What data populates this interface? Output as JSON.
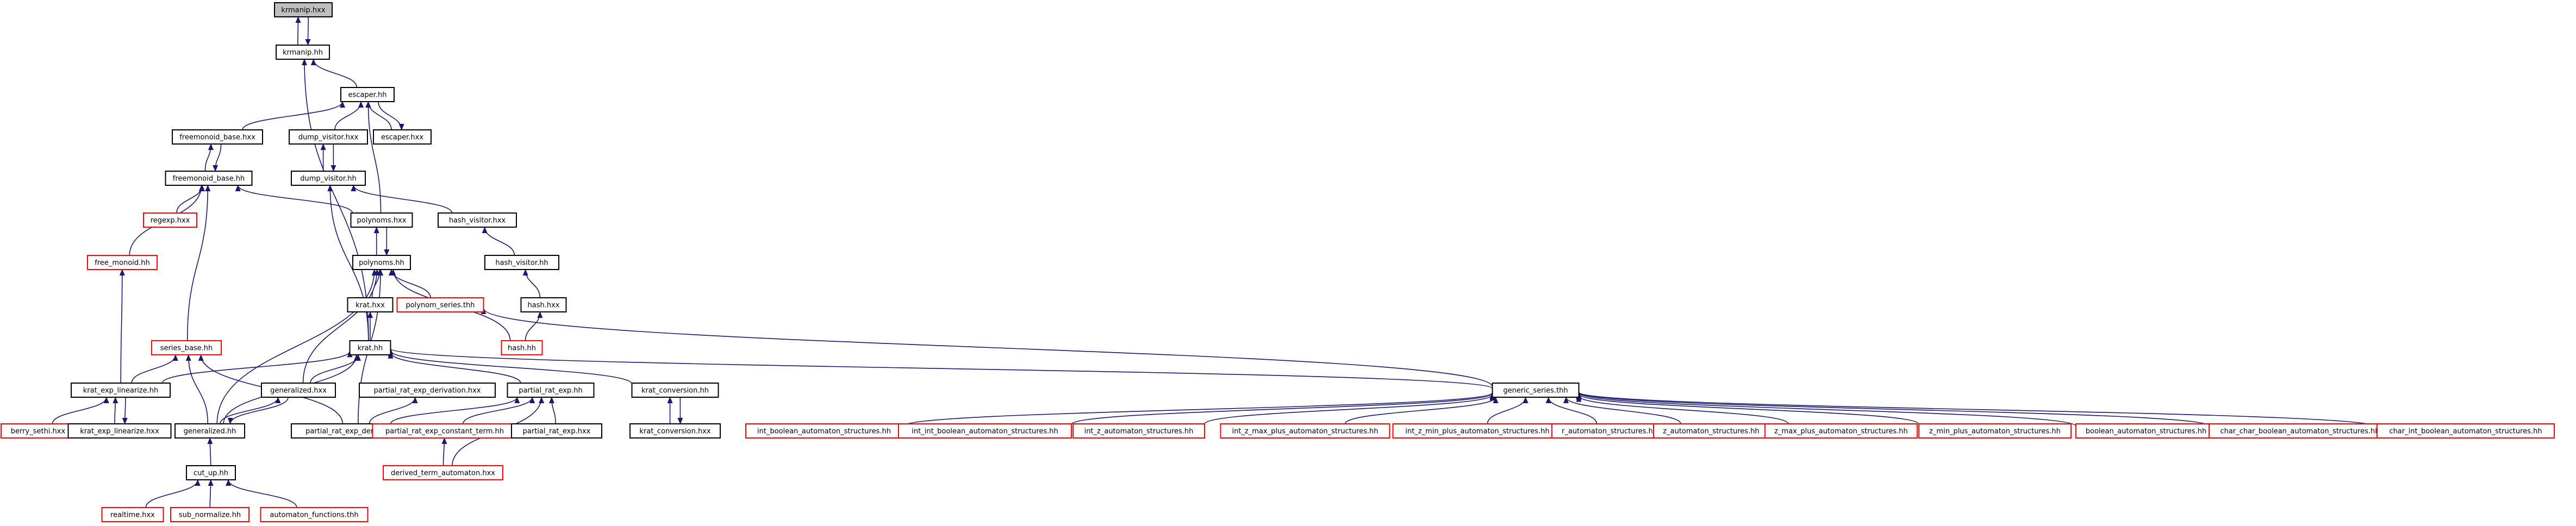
{
  "colors": {
    "edge": "#191970",
    "node_border": "#000000",
    "node_border_missing": "#ff0000",
    "focus_fill": "#bfbfbf"
  },
  "nodes": [
    {
      "id": "kmanip_hxx",
      "label": "krmanip.hxx",
      "focus": true,
      "red": false
    },
    {
      "id": "kmanip_hh",
      "label": "krmanip.hh",
      "focus": false,
      "red": false
    },
    {
      "id": "escaper_hh",
      "label": "escaper.hh",
      "focus": false,
      "red": false
    },
    {
      "id": "freemonoid_base_hxx",
      "label": "freemonoid_base.hxx",
      "focus": false,
      "red": false
    },
    {
      "id": "dump_visitor_hxx",
      "label": "dump_visitor.hxx",
      "focus": false,
      "red": false
    },
    {
      "id": "escaper_hxx",
      "label": "escaper.hxx",
      "focus": false,
      "red": false
    },
    {
      "id": "freemonoid_base_hh",
      "label": "freemonoid_base.hh",
      "focus": false,
      "red": false
    },
    {
      "id": "dump_visitor_hh",
      "label": "dump_visitor.hh",
      "focus": false,
      "red": false
    },
    {
      "id": "regexp_hxx",
      "label": "regexp.hxx",
      "focus": false,
      "red": true
    },
    {
      "id": "polynoms_hxx",
      "label": "polynoms.hxx",
      "focus": false,
      "red": false
    },
    {
      "id": "hash_visitor_hxx",
      "label": "hash_visitor.hxx",
      "focus": false,
      "red": false
    },
    {
      "id": "free_monoid_hh",
      "label": "free_monoid.hh",
      "focus": false,
      "red": true
    },
    {
      "id": "polynoms_hh",
      "label": "polynoms.hh",
      "focus": false,
      "red": false
    },
    {
      "id": "hash_visitor_hh",
      "label": "hash_visitor.hh",
      "focus": false,
      "red": false
    },
    {
      "id": "krat_hxx",
      "label": "krat.hxx",
      "focus": false,
      "red": false
    },
    {
      "id": "polynom_series_thh",
      "label": "polynom_series.thh",
      "focus": false,
      "red": true
    },
    {
      "id": "hash_hxx",
      "label": "hash.hxx",
      "focus": false,
      "red": false
    },
    {
      "id": "series_base_hh",
      "label": "series_base.hh",
      "focus": false,
      "red": true
    },
    {
      "id": "krat_hh",
      "label": "krat.hh",
      "focus": false,
      "red": false
    },
    {
      "id": "hash_hh",
      "label": "hash.hh",
      "focus": false,
      "red": true
    },
    {
      "id": "krat_exp_linearize_hh",
      "label": "krat_exp_linearize.hh",
      "focus": false,
      "red": false
    },
    {
      "id": "generalized_hxx",
      "label": "generalized.hxx",
      "focus": false,
      "red": false
    },
    {
      "id": "partial_rat_exp_derivation_hxx",
      "label": "partial_rat_exp_derivation.hxx",
      "focus": false,
      "red": false
    },
    {
      "id": "partial_rat_exp_hh",
      "label": "partial_rat_exp.hh",
      "focus": false,
      "red": false
    },
    {
      "id": "krat_conversion_hh",
      "label": "krat_conversion.hh",
      "focus": false,
      "red": false
    },
    {
      "id": "generic_series_thh",
      "label": "generic_series.thh",
      "focus": false,
      "red": false
    },
    {
      "id": "berry_sethi_hxx",
      "label": "berry_sethi.hxx",
      "focus": false,
      "red": true
    },
    {
      "id": "krat_exp_linearize_hxx",
      "label": "krat_exp_linearize.hxx",
      "focus": false,
      "red": false
    },
    {
      "id": "generalized_hh",
      "label": "generalized.hh",
      "focus": false,
      "red": false
    },
    {
      "id": "partial_rat_exp_derivation_hh",
      "label": "partial_rat_exp_derivation.hh",
      "focus": false,
      "red": false
    },
    {
      "id": "partial_rat_exp_constant_term_hh",
      "label": "partial_rat_exp_constant_term.hh",
      "focus": false,
      "red": true
    },
    {
      "id": "partial_rat_exp_hxx",
      "label": "partial_rat_exp.hxx",
      "focus": false,
      "red": false
    },
    {
      "id": "krat_conversion_hxx",
      "label": "krat_conversion.hxx",
      "focus": false,
      "red": false
    },
    {
      "id": "int_boolean_automaton_structures_hh",
      "label": "int_boolean_automaton_structures.hh",
      "focus": false,
      "red": true
    },
    {
      "id": "int_int_boolean_automaton_structures_hh",
      "label": "int_int_boolean_automaton_structures.hh",
      "focus": false,
      "red": true
    },
    {
      "id": "int_z_automaton_structures_hh",
      "label": "int_z_automaton_structures.hh",
      "focus": false,
      "red": true
    },
    {
      "id": "int_z_max_plus_automaton_structures_hh",
      "label": "int_z_max_plus_automaton_structures.hh",
      "focus": false,
      "red": true
    },
    {
      "id": "int_z_min_plus_automaton_structures_hh",
      "label": "int_z_min_plus_automaton_structures.hh",
      "focus": false,
      "red": true
    },
    {
      "id": "r_automaton_structures_hh",
      "label": "r_automaton_structures.hh",
      "focus": false,
      "red": true
    },
    {
      "id": "z_automaton_structures_hh",
      "label": "z_automaton_structures.hh",
      "focus": false,
      "red": true
    },
    {
      "id": "z_max_plus_automaton_structures_hh",
      "label": "z_max_plus_automaton_structures.hh",
      "focus": false,
      "red": true
    },
    {
      "id": "z_min_plus_automaton_structures_hh",
      "label": "z_min_plus_automaton_structures.hh",
      "focus": false,
      "red": true
    },
    {
      "id": "boolean_automaton_structures_hh",
      "label": "boolean_automaton_structures.hh",
      "focus": false,
      "red": true
    },
    {
      "id": "char_char_boolean_automaton_structures_hh",
      "label": "char_char_boolean_automaton_structures.hh",
      "focus": false,
      "red": true
    },
    {
      "id": "char_int_boolean_automaton_structures_hh",
      "label": "char_int_boolean_automaton_structures.hh",
      "focus": false,
      "red": true
    },
    {
      "id": "derived_term_automaton_hxx",
      "label": "derived_term_automaton.hxx",
      "focus": false,
      "red": true
    },
    {
      "id": "cut_up_hh",
      "label": "cut_up.hh",
      "focus": false,
      "red": false
    },
    {
      "id": "realtime_hxx",
      "label": "realtime.hxx",
      "focus": false,
      "red": true
    },
    {
      "id": "sub_normalize_hh",
      "label": "sub_normalize.hh",
      "focus": false,
      "red": true
    },
    {
      "id": "automaton_functions_thh",
      "label": "automaton_functions.thh",
      "focus": false,
      "red": true
    }
  ],
  "edges": [
    {
      "from": "kmanip_hh",
      "to": "kmanip_hxx"
    },
    {
      "from": "kmanip_hxx",
      "to": "kmanip_hh"
    },
    {
      "from": "escaper_hh",
      "to": "kmanip_hh"
    },
    {
      "from": "krat_hh",
      "to": "kmanip_hh"
    },
    {
      "from": "freemonoid_base_hxx",
      "to": "escaper_hh"
    },
    {
      "from": "dump_visitor_hxx",
      "to": "escaper_hh"
    },
    {
      "from": "escaper_hxx",
      "to": "escaper_hh"
    },
    {
      "from": "escaper_hh",
      "to": "escaper_hxx"
    },
    {
      "from": "polynoms_hxx",
      "to": "escaper_hh"
    },
    {
      "from": "freemonoid_base_hh",
      "to": "freemonoid_base_hxx"
    },
    {
      "from": "freemonoid_base_hxx",
      "to": "freemonoid_base_hh"
    },
    {
      "from": "dump_visitor_hh",
      "to": "dump_visitor_hxx"
    },
    {
      "from": "dump_visitor_hxx",
      "to": "dump_visitor_hh"
    },
    {
      "from": "regexp_hxx",
      "to": "freemonoid_base_hh"
    },
    {
      "from": "free_monoid_hh",
      "to": "freemonoid_base_hh"
    },
    {
      "from": "polynoms_hxx",
      "to": "freemonoid_base_hh"
    },
    {
      "from": "series_base_hh",
      "to": "freemonoid_base_hh"
    },
    {
      "from": "hash_visitor_hxx",
      "to": "dump_visitor_hh"
    },
    {
      "from": "krat_hh",
      "to": "dump_visitor_hh"
    },
    {
      "from": "polynoms_hh",
      "to": "polynoms_hxx"
    },
    {
      "from": "polynoms_hxx",
      "to": "polynoms_hh"
    },
    {
      "from": "hash_visitor_hh",
      "to": "hash_visitor_hxx"
    },
    {
      "from": "krat_exp_linearize_hh",
      "to": "free_monoid_hh"
    },
    {
      "from": "krat_hxx",
      "to": "polynoms_hh"
    },
    {
      "from": "polynom_series_thh",
      "to": "polynoms_hh"
    },
    {
      "from": "hash_hh",
      "to": "polynoms_hh"
    },
    {
      "from": "generalized_hxx",
      "to": "polynoms_hh"
    },
    {
      "from": "generalized_hh",
      "to": "polynoms_hh"
    },
    {
      "from": "partial_rat_exp_derivation_hh",
      "to": "polynoms_hh"
    },
    {
      "from": "hash_hxx",
      "to": "hash_visitor_hh"
    },
    {
      "from": "krat_hh",
      "to": "krat_hxx"
    },
    {
      "from": "generic_series_thh",
      "to": "polynom_series_thh"
    },
    {
      "from": "hash_hh",
      "to": "hash_hxx"
    },
    {
      "from": "krat_exp_linearize_hh",
      "to": "series_base_hh"
    },
    {
      "from": "generalized_hh",
      "to": "series_base_hh"
    },
    {
      "from": "partial_rat_exp_derivation_hh",
      "to": "series_base_hh"
    },
    {
      "from": "krat_exp_linearize_hh",
      "to": "krat_hh"
    },
    {
      "from": "generalized_hxx",
      "to": "krat_hh"
    },
    {
      "from": "partial_rat_exp_hh",
      "to": "krat_hh"
    },
    {
      "from": "krat_conversion_hh",
      "to": "krat_hh"
    },
    {
      "from": "generic_series_thh",
      "to": "krat_hh"
    },
    {
      "from": "generalized_hh",
      "to": "krat_hh"
    },
    {
      "from": "berry_sethi_hxx",
      "to": "krat_exp_linearize_hh"
    },
    {
      "from": "krat_exp_linearize_hxx",
      "to": "krat_exp_linearize_hh"
    },
    {
      "from": "krat_exp_linearize_hh",
      "to": "krat_exp_linearize_hxx"
    },
    {
      "from": "generalized_hh",
      "to": "generalized_hxx"
    },
    {
      "from": "generalized_hxx",
      "to": "generalized_hh"
    },
    {
      "from": "partial_rat_exp_derivation_hh",
      "to": "partial_rat_exp_derivation_hxx"
    },
    {
      "from": "partial_rat_exp_derivation_hh",
      "to": "partial_rat_exp_hh"
    },
    {
      "from": "partial_rat_exp_constant_term_hh",
      "to": "partial_rat_exp_hh"
    },
    {
      "from": "partial_rat_exp_hxx",
      "to": "partial_rat_exp_hh"
    },
    {
      "from": "derived_term_automaton_hxx",
      "to": "partial_rat_exp_hh"
    },
    {
      "from": "krat_conversion_hxx",
      "to": "krat_conversion_hh"
    },
    {
      "from": "krat_conversion_hh",
      "to": "krat_conversion_hxx"
    },
    {
      "from": "int_boolean_automaton_structures_hh",
      "to": "generic_series_thh"
    },
    {
      "from": "int_int_boolean_automaton_structures_hh",
      "to": "generic_series_thh"
    },
    {
      "from": "int_z_automaton_structures_hh",
      "to": "generic_series_thh"
    },
    {
      "from": "int_z_max_plus_automaton_structures_hh",
      "to": "generic_series_thh"
    },
    {
      "from": "int_z_min_plus_automaton_structures_hh",
      "to": "generic_series_thh"
    },
    {
      "from": "r_automaton_structures_hh",
      "to": "generic_series_thh"
    },
    {
      "from": "z_automaton_structures_hh",
      "to": "generic_series_thh"
    },
    {
      "from": "z_max_plus_automaton_structures_hh",
      "to": "generic_series_thh"
    },
    {
      "from": "z_min_plus_automaton_structures_hh",
      "to": "generic_series_thh"
    },
    {
      "from": "boolean_automaton_structures_hh",
      "to": "generic_series_thh"
    },
    {
      "from": "char_char_boolean_automaton_structures_hh",
      "to": "generic_series_thh"
    },
    {
      "from": "char_int_boolean_automaton_structures_hh",
      "to": "generic_series_thh"
    },
    {
      "from": "cut_up_hh",
      "to": "generalized_hh"
    },
    {
      "from": "derived_term_automaton_hxx",
      "to": "partial_rat_exp_constant_term_hh"
    },
    {
      "from": "realtime_hxx",
      "to": "cut_up_hh"
    },
    {
      "from": "sub_normalize_hh",
      "to": "cut_up_hh"
    },
    {
      "from": "automaton_functions_thh",
      "to": "cut_up_hh"
    }
  ]
}
